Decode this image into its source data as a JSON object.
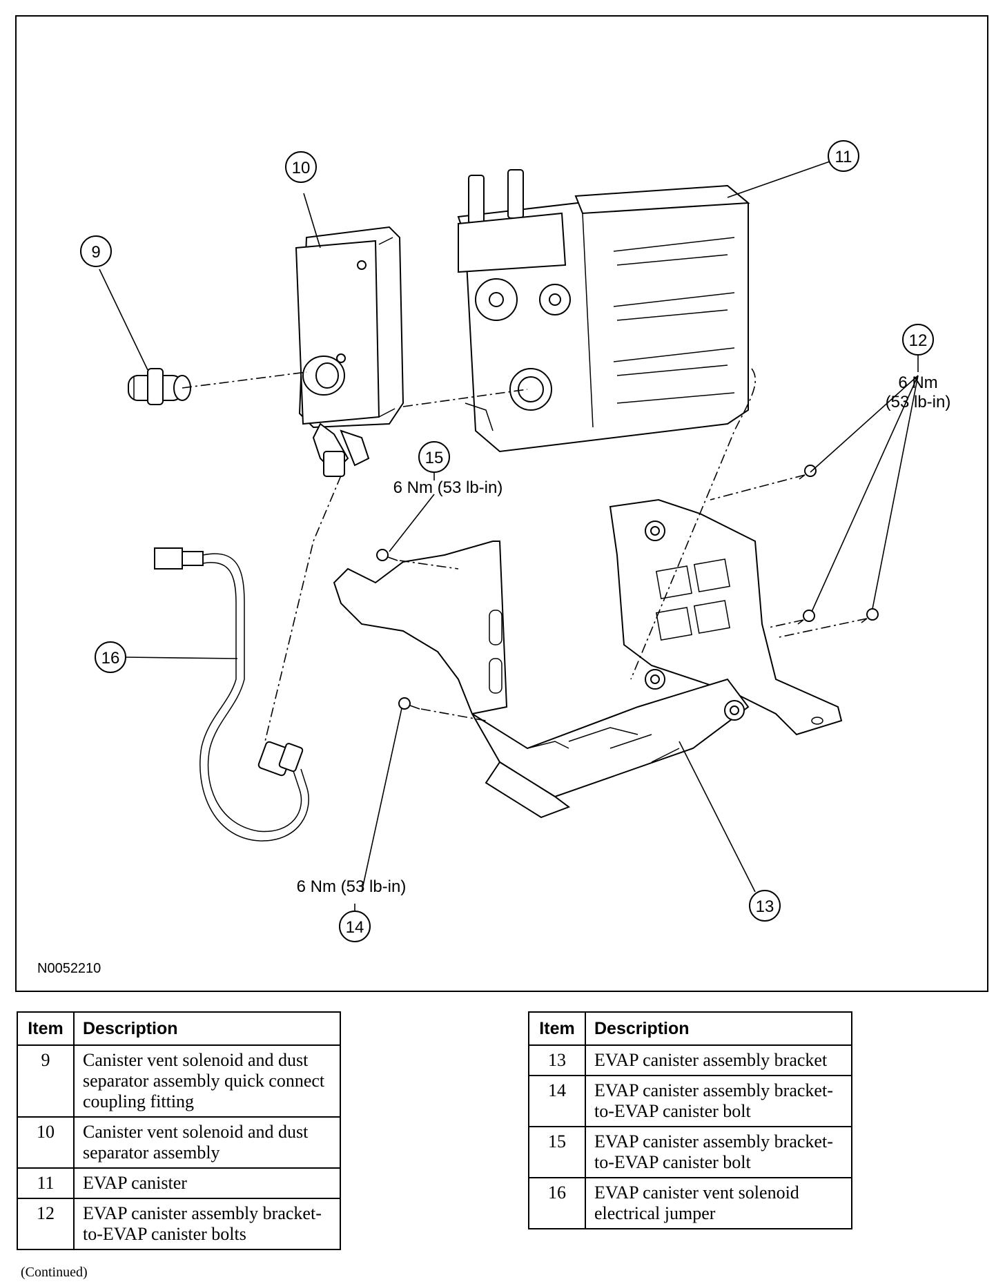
{
  "figure": {
    "id": "N0052210",
    "callouts": [
      "9",
      "10",
      "11",
      "12",
      "13",
      "14",
      "15",
      "16"
    ],
    "torque_12": [
      "6 Nm",
      "(53 lb-in)"
    ],
    "torque_15": "6 Nm (53 lb-in)",
    "torque_14": "6 Nm (53 lb-in)"
  },
  "legend": {
    "header_item": "Item",
    "header_description": "Description",
    "left_rows": [
      {
        "item": "9",
        "description": "Canister vent solenoid and dust separator assembly quick connect coupling fitting"
      },
      {
        "item": "10",
        "description": "Canister vent solenoid and dust separator assembly"
      },
      {
        "item": "11",
        "description": "EVAP canister"
      },
      {
        "item": "12",
        "description": "EVAP canister assembly bracket-to-EVAP canister bolts"
      }
    ],
    "right_rows": [
      {
        "item": "13",
        "description": "EVAP canister assembly bracket"
      },
      {
        "item": "14",
        "description": "EVAP canister assembly bracket-to-EVAP canister bolt"
      },
      {
        "item": "15",
        "description": "EVAP canister assembly bracket-to-EVAP canister bolt"
      },
      {
        "item": "16",
        "description": "EVAP canister vent solenoid electrical jumper"
      }
    ]
  },
  "footer": {
    "continued": "(Continued)"
  }
}
